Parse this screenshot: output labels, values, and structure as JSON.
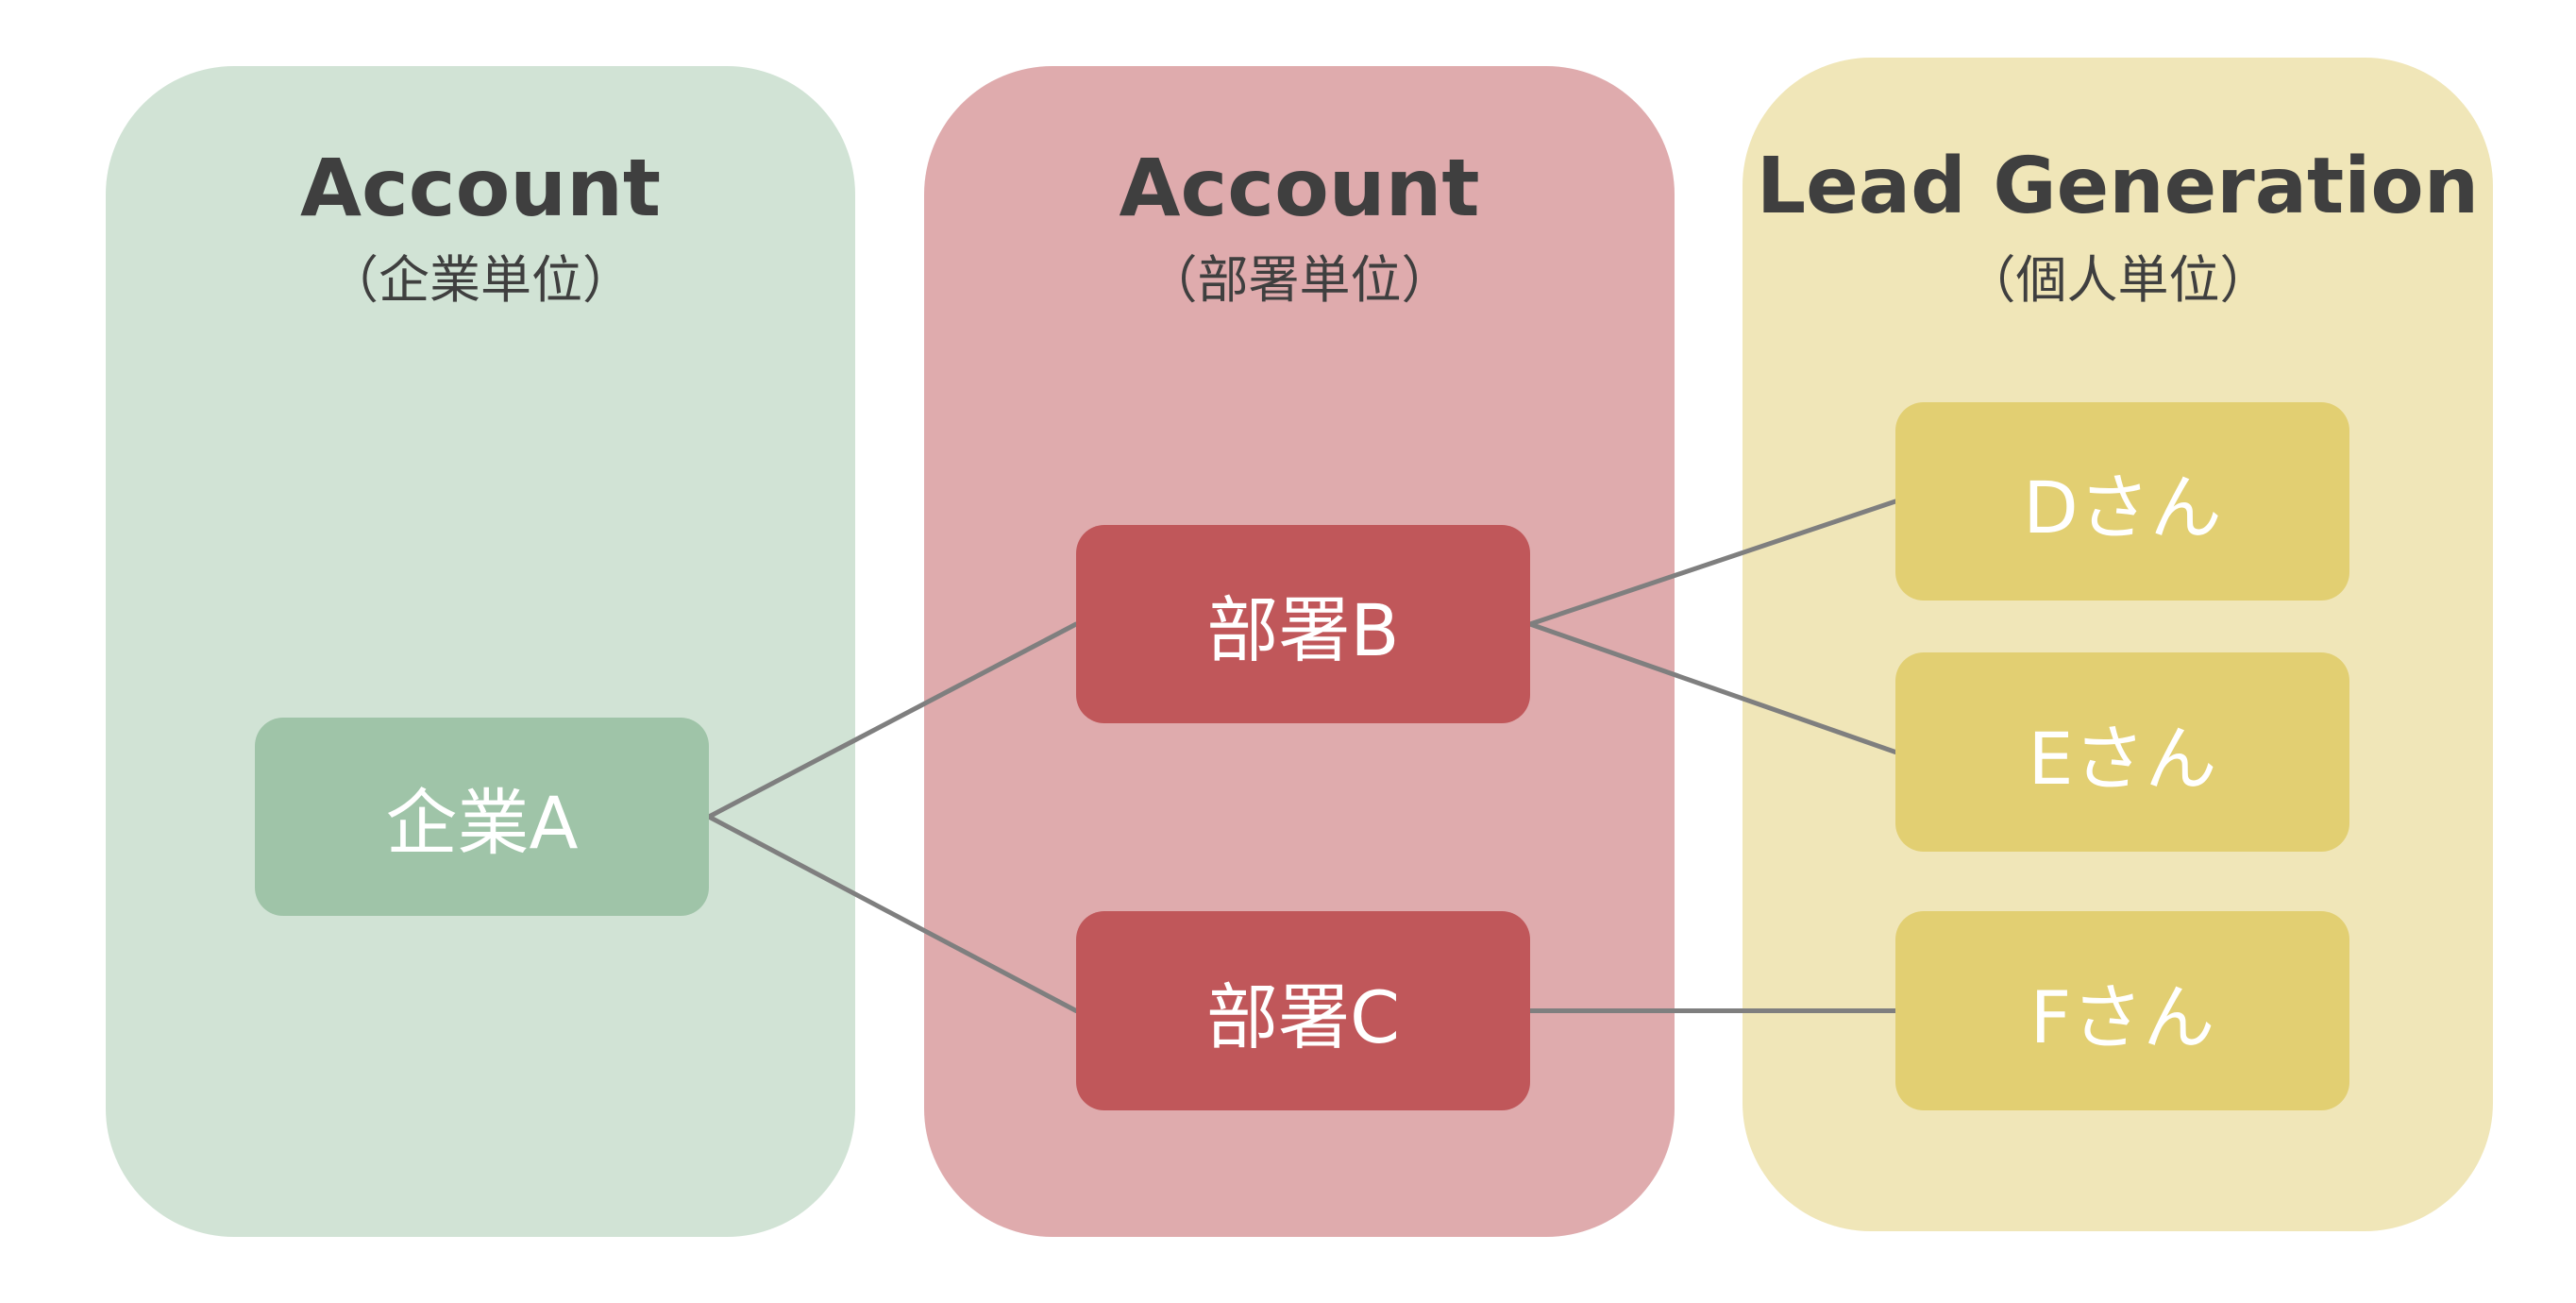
{
  "columns": {
    "company": {
      "title": "Account",
      "subtitle": "（企業単位）",
      "color": "#d1e3d5"
    },
    "department": {
      "title": "Account",
      "subtitle": "（部署単位）",
      "color": "#dfabad"
    },
    "individual": {
      "title": "Lead Generation",
      "subtitle": "（個人単位）",
      "color": "#f0e6b8"
    }
  },
  "nodes": {
    "company_a": {
      "label": "企業A",
      "color": "#9fc4a8"
    },
    "dept_b": {
      "label": "部署B",
      "color": "#c0575a"
    },
    "dept_c": {
      "label": "部署C",
      "color": "#c0575a"
    },
    "person_d": {
      "label": "Dさん",
      "color": "#e2cf72"
    },
    "person_e": {
      "label": "Eさん",
      "color": "#e2cf72"
    },
    "person_f": {
      "label": "Fさん",
      "color": "#e2cf72"
    }
  },
  "connections": [
    {
      "from": "company_a",
      "to": "dept_b"
    },
    {
      "from": "company_a",
      "to": "dept_c"
    },
    {
      "from": "dept_b",
      "to": "person_d"
    },
    {
      "from": "dept_b",
      "to": "person_e"
    },
    {
      "from": "dept_c",
      "to": "person_f"
    }
  ],
  "line_color": "#7f7f7f"
}
